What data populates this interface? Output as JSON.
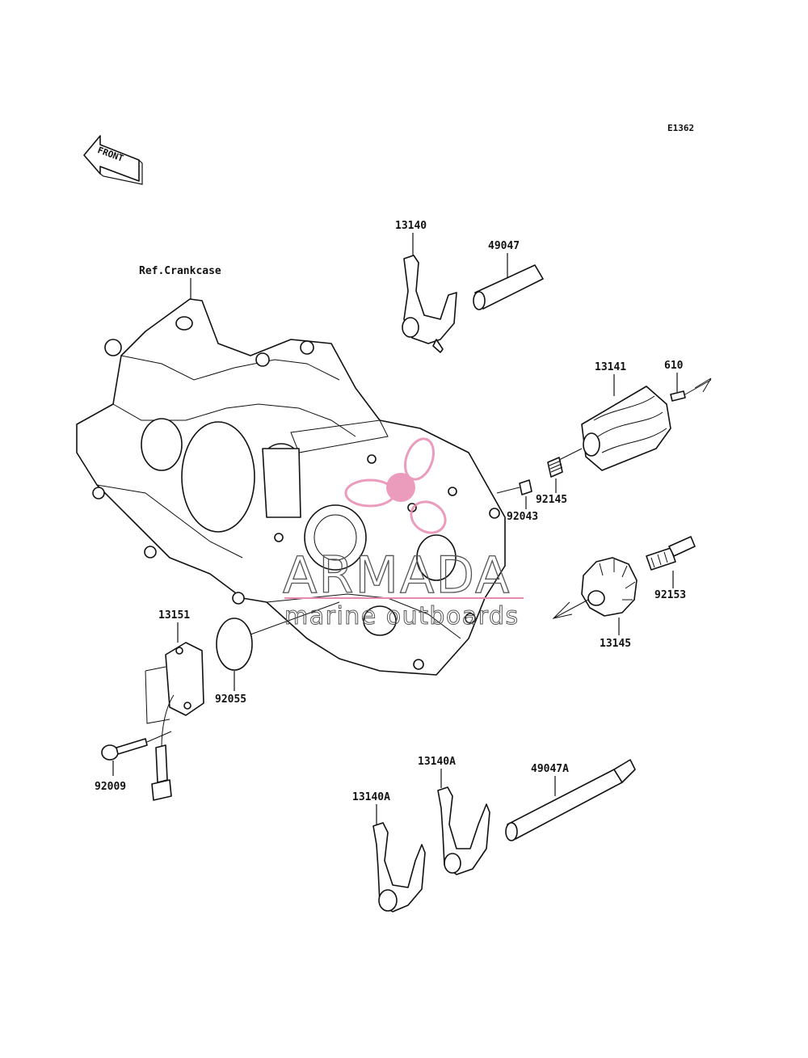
{
  "diagram_code": "E1362",
  "front_arrow_label": "FRONT",
  "ref_label": "Ref.Crankcase",
  "parts": {
    "p13140": "13140",
    "p49047": "49047",
    "p13141": "13141",
    "p610": "610",
    "p92145": "92145",
    "p92043": "92043",
    "p92153": "92153",
    "p13145": "13145",
    "p13151": "13151",
    "p92055": "92055",
    "p92009": "92009",
    "p13140A_top": "13140A",
    "p13140A_left": "13140A",
    "p49047A": "49047A"
  },
  "watermark": {
    "brand": "ARMADA",
    "tagline": "marine outboards",
    "brand_color": "#e88ab0"
  }
}
